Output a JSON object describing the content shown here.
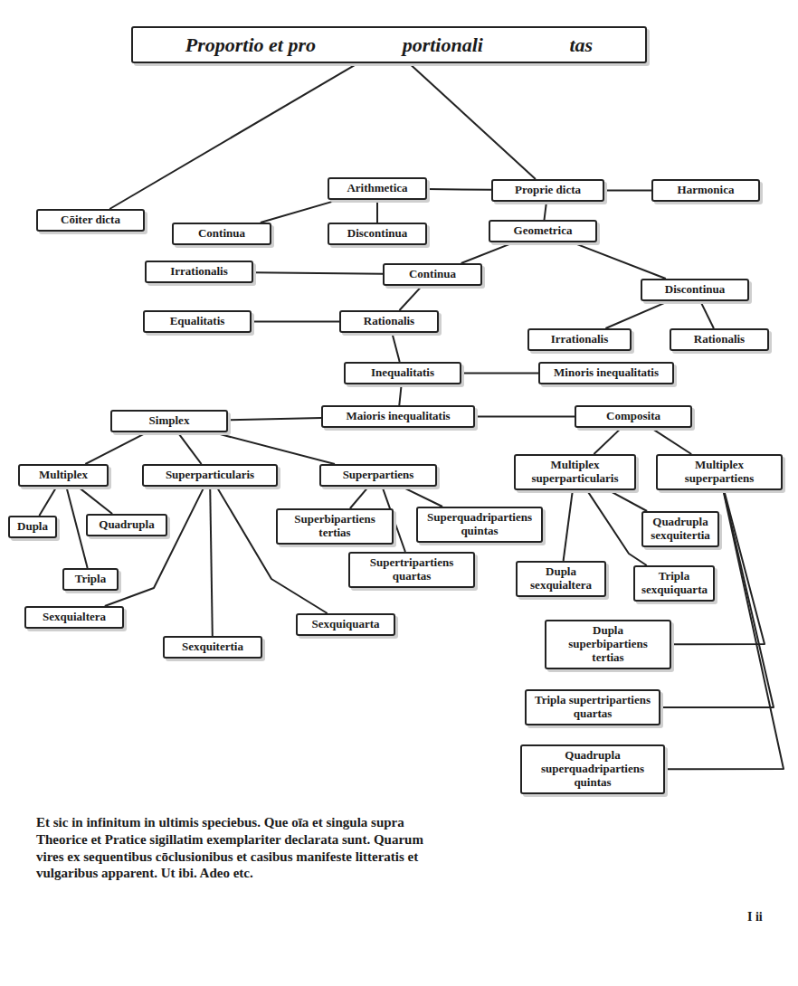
{
  "diagram": {
    "nodes": [
      {
        "text": [
          "Proportio et pro",
          "portionali",
          "tas"
        ]
      },
      {
        "text": [
          "Cōiter dicta"
        ]
      },
      {
        "text": [
          "Arithmetica"
        ]
      },
      {
        "text": [
          "Proprie dicta"
        ]
      },
      {
        "text": [
          "Harmonica"
        ]
      },
      {
        "text": [
          "Continua"
        ]
      },
      {
        "text": [
          "Discontinua"
        ]
      },
      {
        "text": [
          "Geometrica"
        ]
      },
      {
        "text": [
          "Irrationalis"
        ]
      },
      {
        "text": [
          "Continua"
        ]
      },
      {
        "text": [
          "Discontinua"
        ]
      },
      {
        "text": [
          "Equalitatis"
        ]
      },
      {
        "text": [
          "Rationalis"
        ]
      },
      {
        "text": [
          "Irrationalis"
        ]
      },
      {
        "text": [
          "Rationalis"
        ]
      },
      {
        "text": [
          "Inequalitatis"
        ]
      },
      {
        "text": [
          "Minoris inequalitatis"
        ]
      },
      {
        "text": [
          "Maioris inequalitatis"
        ]
      },
      {
        "text": [
          "Simplex"
        ]
      },
      {
        "text": [
          "Composita"
        ]
      },
      {
        "text": [
          "Multiplex"
        ]
      },
      {
        "text": [
          "Superparticularis"
        ]
      },
      {
        "text": [
          "Superpartiens"
        ]
      },
      {
        "text": [
          "Multiplex superparticularis"
        ]
      },
      {
        "text": [
          "Multiplex superpartiens"
        ]
      },
      {
        "text": [
          "Dupla"
        ]
      },
      {
        "text": [
          "Quadrupla"
        ]
      },
      {
        "text": [
          "Tripla"
        ]
      },
      {
        "text": [
          "Superbipartiens tertias"
        ]
      },
      {
        "text": [
          "Superquadripartiens quintas"
        ]
      },
      {
        "text": [
          "Supertripartiens quartas"
        ]
      },
      {
        "text": [
          "Quadrupla sexquitertia"
        ]
      },
      {
        "text": [
          "Dupla sexquialtera"
        ]
      },
      {
        "text": [
          "Tripla sexquiquarta"
        ]
      },
      {
        "text": [
          "Sexquialtera"
        ]
      },
      {
        "text": [
          "Sexquitertia"
        ]
      },
      {
        "text": [
          "Sexquiquarta"
        ]
      },
      {
        "text": [
          "Dupla superbipartiens tertias"
        ]
      },
      {
        "text": [
          "Tripla supertripartiens quartas"
        ]
      },
      {
        "text": [
          "Quadrupla superquadripartiens quintas"
        ]
      }
    ],
    "edges": [
      {
        "from": 0,
        "to": 1,
        "arrow": "none"
      },
      {
        "from": 0,
        "to": 3,
        "arrow": "none"
      },
      {
        "from": 3,
        "to": 2,
        "arrow": "none"
      },
      {
        "from": 3,
        "to": 4,
        "arrow": "none"
      },
      {
        "from": 3,
        "to": 7,
        "arrow": "none"
      },
      {
        "from": 2,
        "to": 5,
        "arrow": "none"
      },
      {
        "from": 2,
        "to": 6,
        "arrow": "none"
      },
      {
        "from": 7,
        "to": 9,
        "arrow": "none"
      },
      {
        "from": 7,
        "to": 10,
        "arrow": "none"
      },
      {
        "from": 9,
        "to": 8,
        "arrow": "none"
      },
      {
        "from": 9,
        "to": 12,
        "arrow": "none"
      },
      {
        "from": 10,
        "to": 13,
        "arrow": "none"
      },
      {
        "from": 10,
        "to": 14,
        "arrow": "none"
      },
      {
        "from": 12,
        "to": 11,
        "arrow": "none"
      },
      {
        "from": 12,
        "to": 15,
        "arrow": "none"
      },
      {
        "from": 15,
        "to": 16,
        "arrow": "none"
      },
      {
        "from": 15,
        "to": 17,
        "arrow": "none"
      },
      {
        "from": 17,
        "to": 18,
        "arrow": "none"
      },
      {
        "from": 17,
        "to": 19,
        "arrow": "none"
      },
      {
        "from": 18,
        "to": 20,
        "arrow": "none"
      },
      {
        "from": 18,
        "to": 21,
        "arrow": "none"
      },
      {
        "from": 18,
        "to": 22,
        "arrow": "none"
      },
      {
        "from": 19,
        "to": 23,
        "arrow": "none"
      },
      {
        "from": 19,
        "to": 24,
        "arrow": "none"
      },
      {
        "from": 20,
        "to": 25,
        "arrow": "none"
      },
      {
        "from": 20,
        "to": 26,
        "arrow": "none"
      },
      {
        "from": 20,
        "to": 27,
        "arrow": "none"
      },
      {
        "from": 21,
        "to": 34,
        "arrow": "none"
      },
      {
        "from": 21,
        "to": 35,
        "arrow": "none"
      },
      {
        "from": 21,
        "to": 36,
        "arrow": "none"
      },
      {
        "from": 22,
        "to": 28,
        "arrow": "none"
      },
      {
        "from": 22,
        "to": 29,
        "arrow": "none"
      },
      {
        "from": 22,
        "to": 30,
        "arrow": "none"
      },
      {
        "from": 23,
        "to": 31,
        "arrow": "none"
      },
      {
        "from": 23,
        "to": 32,
        "arrow": "none"
      },
      {
        "from": 23,
        "to": 33,
        "arrow": "none"
      },
      {
        "from": 24,
        "to": 37,
        "arrow": "none"
      },
      {
        "from": 24,
        "to": 38,
        "arrow": "none"
      },
      {
        "from": 24,
        "to": 39,
        "arrow": "none"
      }
    ],
    "labels": [
      "Et sic in infinitum in ultimis speciebus. Que oīa et singula supra Theorice et Pratice sigillatim exemplariter declarata sunt. Quarum vires ex sequentibus cōclusionibus et casibus manifeste litteratis et vulgaribus apparent. Ut ibi. Adeo etc.",
      "I ii"
    ]
  }
}
